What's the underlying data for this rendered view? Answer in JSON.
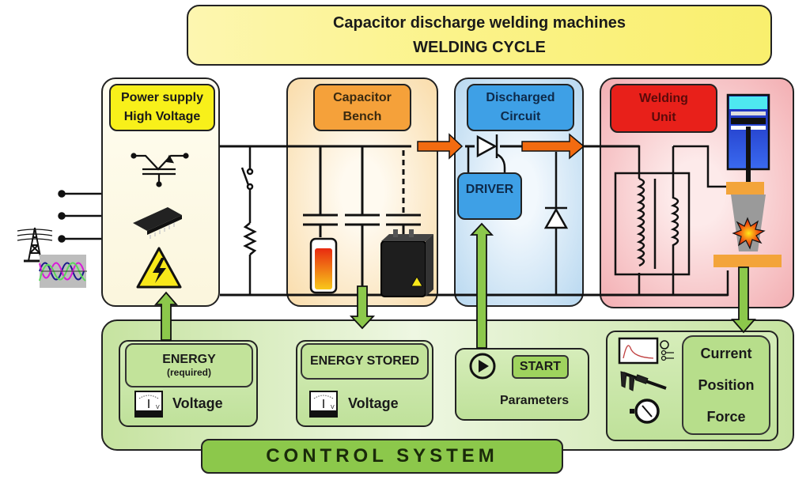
{
  "header": {
    "title": "Capacitor discharge welding machines",
    "subtitle": "WELDING CYCLE"
  },
  "stages": {
    "power_supply": {
      "label_line1": "Power supply",
      "label_line2": "High Voltage",
      "icons": [
        "igbt-transistor-icon",
        "ic-chip-icon",
        "high-voltage-warning-icon"
      ]
    },
    "capacitor_bench": {
      "label_line1": "Capacitor",
      "label_line2": "Bench",
      "icons": [
        "capacitor-symbol-icon",
        "battery-capacitor-icon",
        "hv-capacitor-icon"
      ]
    },
    "discharged_circuit": {
      "label_line1": "Discharged",
      "label_line2": "Circuit",
      "driver_label": "DRIVER",
      "icons": [
        "thyristor-icon",
        "diode-icon",
        "driver-chip-icon"
      ]
    },
    "welding_unit": {
      "label_line1": "Welding",
      "label_line2": "Unit",
      "icons": [
        "transformer-icon",
        "pneumatic-cylinder-icon",
        "electrode-icon",
        "weld-spark-icon"
      ]
    }
  },
  "input": {
    "icons": [
      "power-tower-icon",
      "three-phase-wave-icon"
    ]
  },
  "control_system": {
    "title": "CONTROL  SYSTEM",
    "energy": {
      "label": "ENERGY",
      "sublabel": "(required)",
      "measure": "Voltage"
    },
    "energy_stored": {
      "label": "ENERGY STORED",
      "measure": "Voltage"
    },
    "start": {
      "button": "START",
      "label": "Parameters"
    },
    "measurements": {
      "items": [
        "Current",
        "Position",
        "Force"
      ]
    }
  },
  "colors": {
    "power": "#f8f01a",
    "capacitor": "#f5a13a",
    "discharge": "#3ea0e6",
    "welding": "#e8201a",
    "control": "#8cc84b",
    "flow_arrow": "#f26b10",
    "signal_arrow": "#8cc84b"
  }
}
